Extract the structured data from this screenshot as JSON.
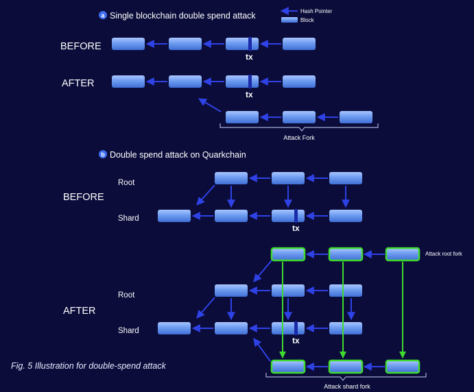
{
  "panel_a": {
    "badge": "a",
    "title": "Single blockchain double spend attack",
    "before_label": "BEFORE",
    "after_label": "AFTER",
    "tx_label": "tx",
    "fork_label": "Attack Fork"
  },
  "legend": {
    "hash_pointer_label": "Hash Pointer",
    "block_label": "Block"
  },
  "panel_b": {
    "badge": "b",
    "title": "Double spend attack on Quarkchain",
    "before_label": "BEFORE",
    "after_label": "AFTER",
    "root_label": "Root",
    "shard_label": "Shard",
    "tx_label": "tx",
    "root_fork_label": "Attack root fork",
    "shard_fork_label": "Attack shard fork"
  },
  "caption": "Fig. 5 Illustration for double-spend attack",
  "colors": {
    "background": "#0b0c3a",
    "block_fill": "#6e9cf0",
    "pointer": "#2a3ad8",
    "fork_outline": "#3fdc2e",
    "tx_band": "#1a2aa8"
  }
}
